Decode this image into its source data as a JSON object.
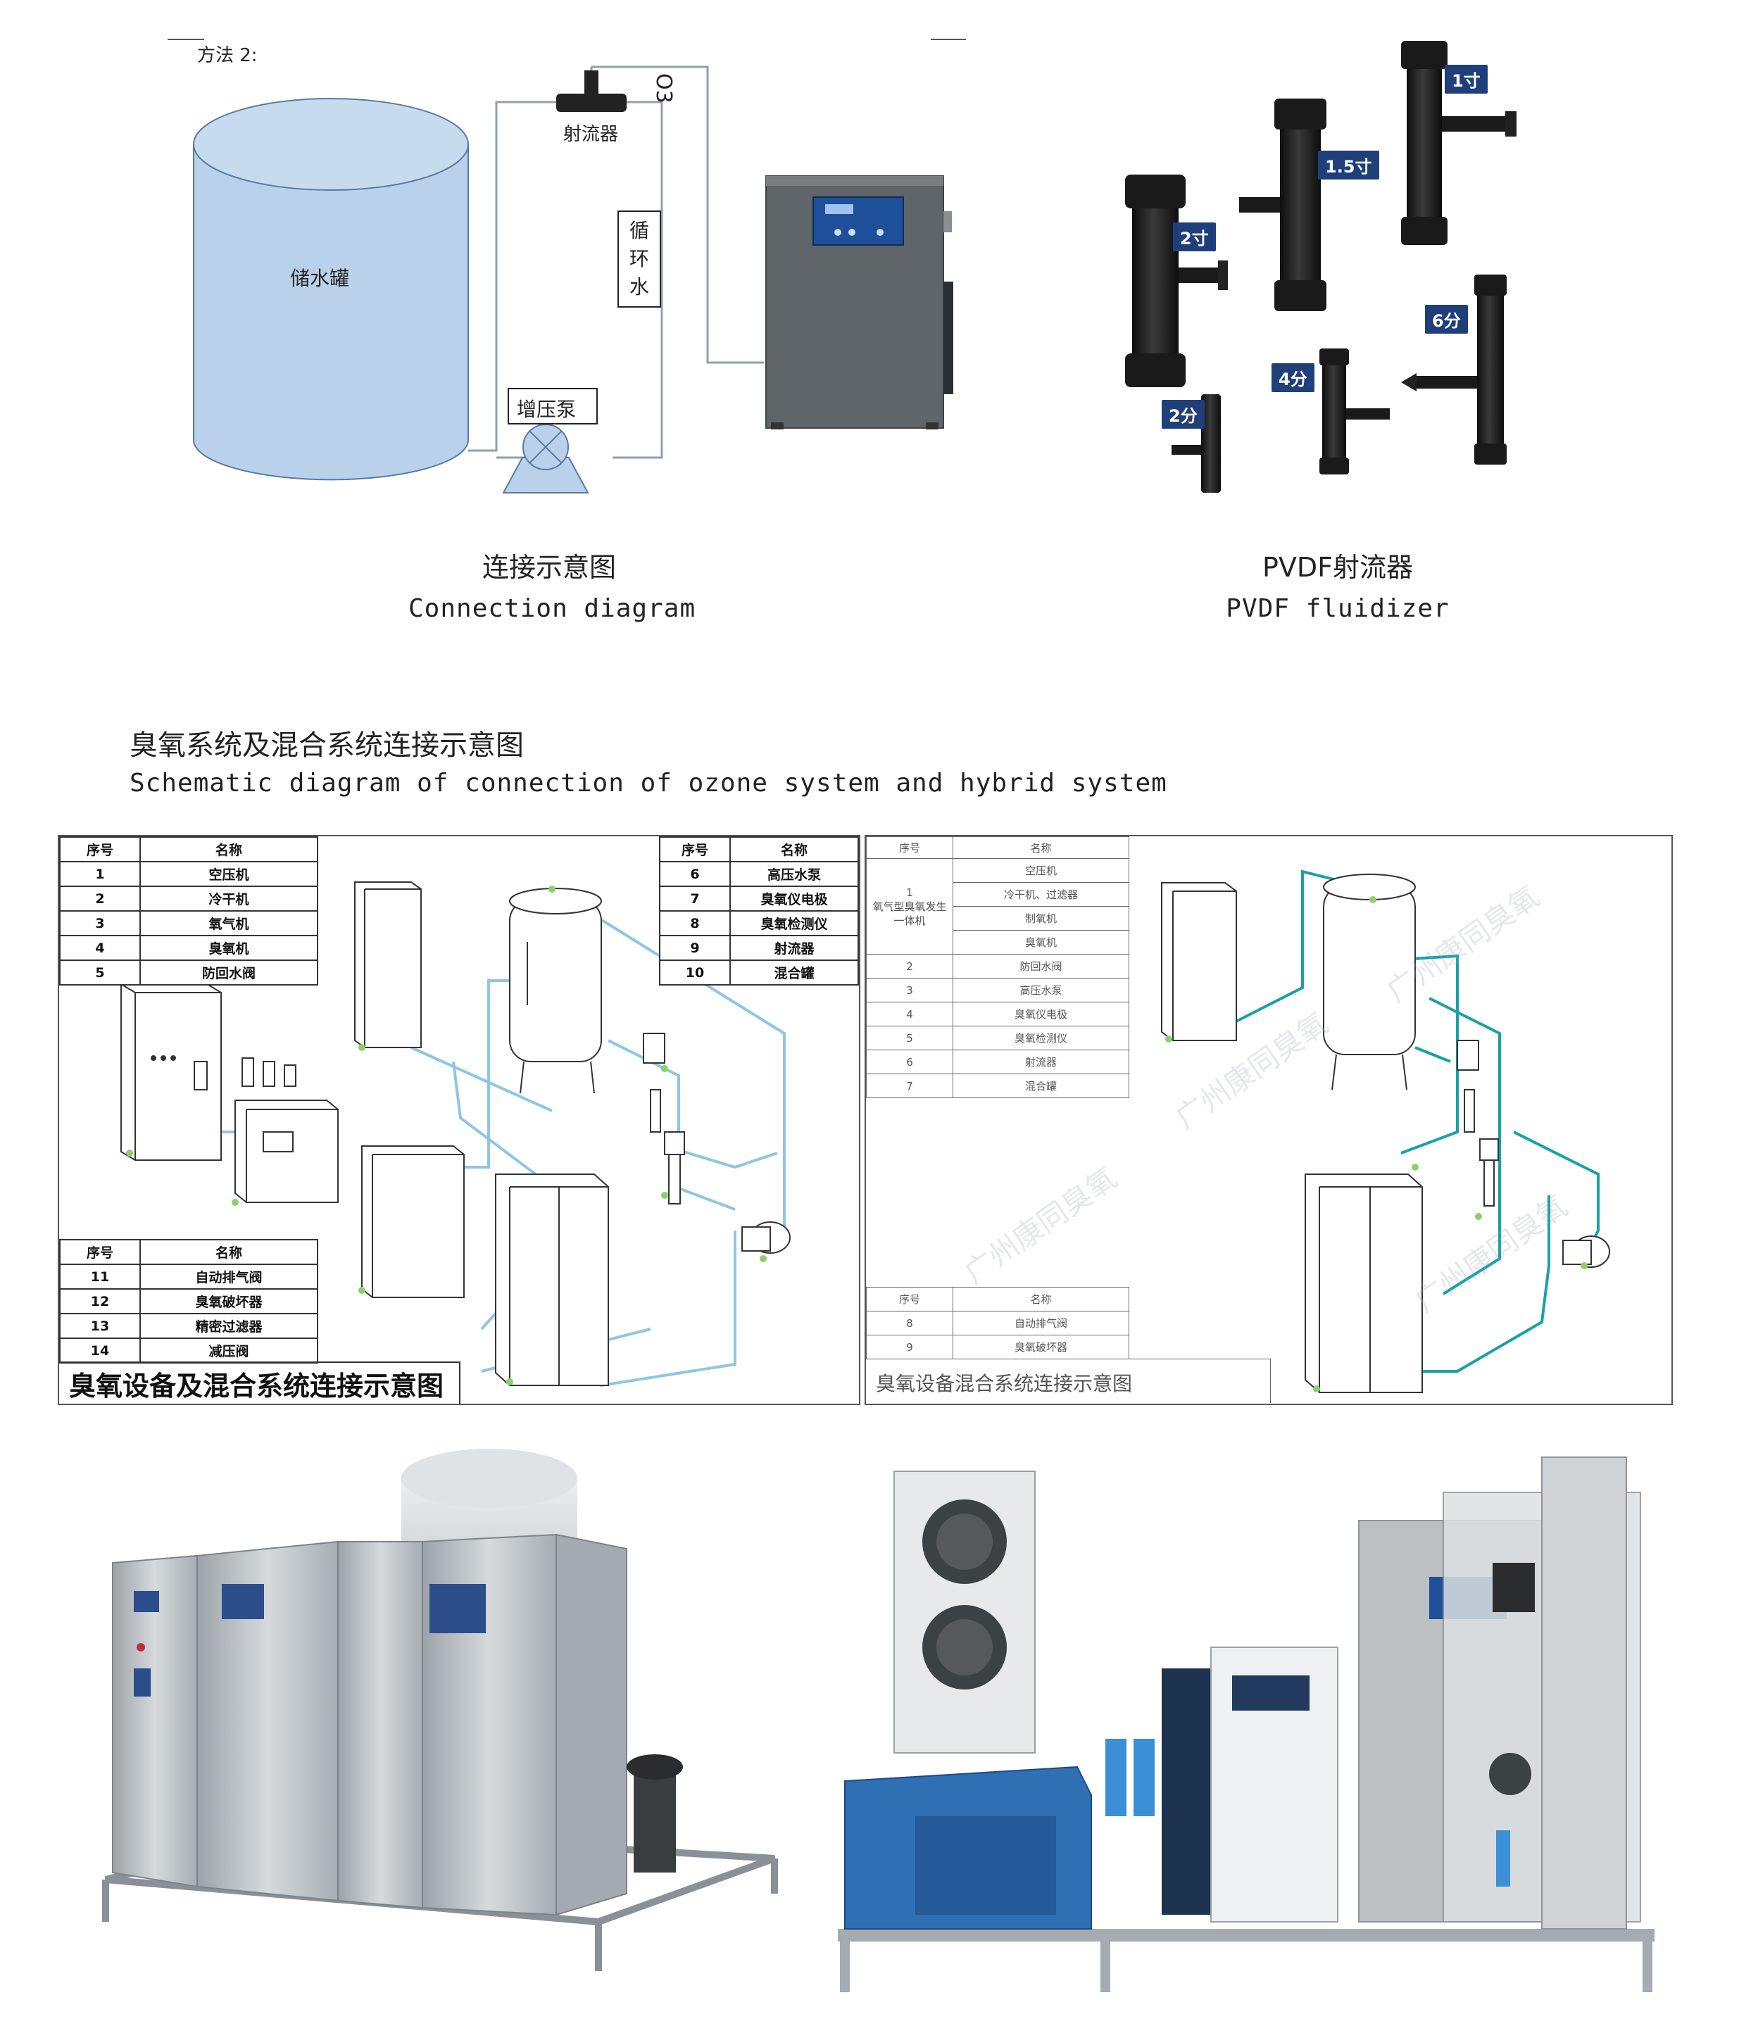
{
  "top_left": {
    "method_label": "方法 2:",
    "tank_label": "储水罐",
    "ejector_label": "射流器",
    "o3_label": "O3",
    "circulation_label": "循环水",
    "pump_label": "增压泵",
    "caption_zh": "连接示意图",
    "caption_en": "Connection diagram"
  },
  "top_right": {
    "sizes": [
      "1寸",
      "1.5寸",
      "2寸",
      "6分",
      "4分",
      "2分"
    ],
    "caption_zh": "PVDF射流器",
    "caption_en": "PVDF fluidizer"
  },
  "section": {
    "title_zh": "臭氧系统及混合系统连接示意图",
    "title_en": "Schematic diagram of connection of ozone system and hybrid system"
  },
  "left_panel": {
    "header_no": "序号",
    "header_name": "名称",
    "table1": [
      {
        "no": "1",
        "name": "空压机"
      },
      {
        "no": "2",
        "name": "冷干机"
      },
      {
        "no": "3",
        "name": "氧气机"
      },
      {
        "no": "4",
        "name": "臭氧机"
      },
      {
        "no": "5",
        "name": "防回水阀"
      }
    ],
    "table2": [
      {
        "no": "6",
        "name": "高压水泵"
      },
      {
        "no": "7",
        "name": "臭氧仪电极"
      },
      {
        "no": "8",
        "name": "臭氧检测仪"
      },
      {
        "no": "9",
        "name": "射流器"
      },
      {
        "no": "10",
        "name": "混合罐"
      }
    ],
    "table3": [
      {
        "no": "11",
        "name": "自动排气阀"
      },
      {
        "no": "12",
        "name": "臭氧破坏器"
      },
      {
        "no": "13",
        "name": "精密过滤器"
      },
      {
        "no": "14",
        "name": "减压阀"
      }
    ],
    "footer": "臭氧设备及混合系统连接示意图"
  },
  "right_panel": {
    "header_no": "序号",
    "header_name": "名称",
    "table1": [
      {
        "no": "1",
        "name": "空压机"
      },
      {
        "no": "",
        "name": "冷干机、过滤器"
      },
      {
        "no": "",
        "name": "制氧机"
      },
      {
        "no": "",
        "name": "臭氧机"
      },
      {
        "no": "2",
        "name": "防回水阀"
      },
      {
        "no": "3",
        "name": "高压水泵"
      },
      {
        "no": "4",
        "name": "臭氧仪电极"
      },
      {
        "no": "5",
        "name": "臭氧检测仪"
      },
      {
        "no": "6",
        "name": "射流器"
      },
      {
        "no": "7",
        "name": "混合罐"
      }
    ],
    "group_label": "氧气型臭氧发生一体机",
    "table2": [
      {
        "no": "8",
        "name": "自动排气阀"
      },
      {
        "no": "9",
        "name": "臭氧破坏器"
      }
    ],
    "footer": "臭氧设备混合系统连接示意图",
    "watermark": "广州康同臭氧"
  },
  "colors": {
    "tank_fill": "#b9d1ea",
    "pipe_light": "#8ec5e6",
    "pipe_teal": "#19a1a8",
    "tag_blue": "#1f3f7a",
    "stainless": "#b7bcc1",
    "dryer_blue": "#2f6fb4",
    "chiller_navy": "#1e3350"
  }
}
